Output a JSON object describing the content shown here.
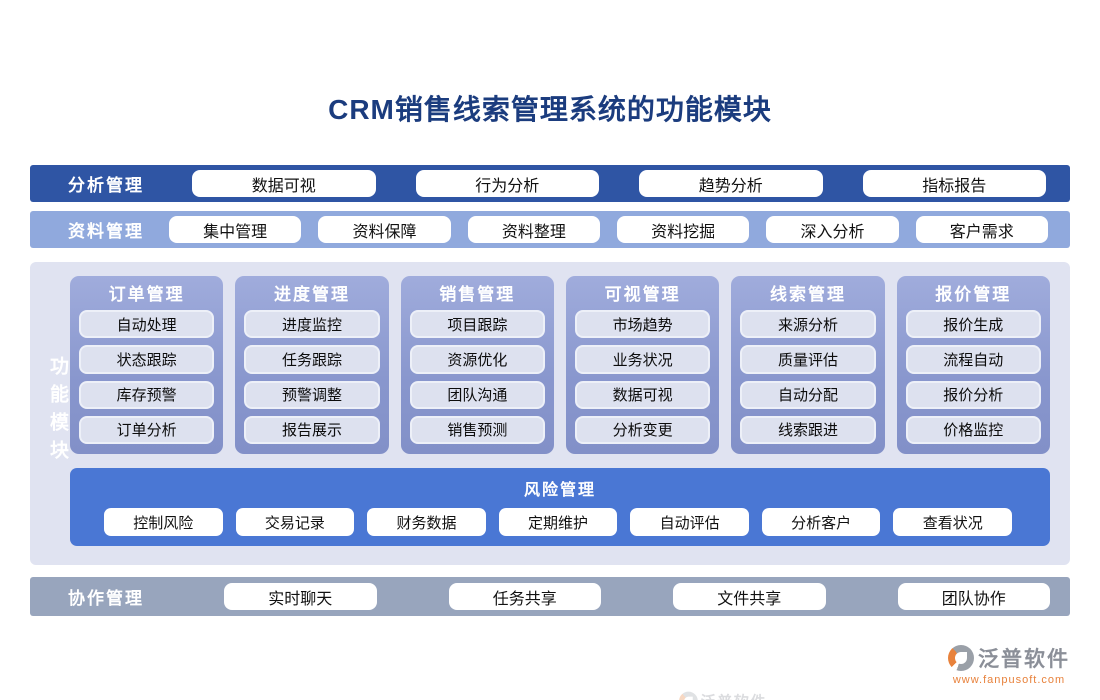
{
  "title": "CRM销售线索管理系统的功能模块",
  "analysis_row": {
    "label": "分析管理",
    "items": [
      "数据可视",
      "行为分析",
      "趋势分析",
      "指标报告"
    ]
  },
  "data_row": {
    "label": "资料管理",
    "items": [
      "集中管理",
      "资料保障",
      "资料整理",
      "资料挖掘",
      "深入分析",
      "客户需求"
    ]
  },
  "function_panel": {
    "label": "功能模块",
    "columns": [
      {
        "title": "订单管理",
        "items": [
          "自动处理",
          "状态跟踪",
          "库存预警",
          "订单分析"
        ]
      },
      {
        "title": "进度管理",
        "items": [
          "进度监控",
          "任务跟踪",
          "预警调整",
          "报告展示"
        ]
      },
      {
        "title": "销售管理",
        "items": [
          "项目跟踪",
          "资源优化",
          "团队沟通",
          "销售预测"
        ]
      },
      {
        "title": "可视管理",
        "items": [
          "市场趋势",
          "业务状况",
          "数据可视",
          "分析变更"
        ]
      },
      {
        "title": "线索管理",
        "items": [
          "来源分析",
          "质量评估",
          "自动分配",
          "线索跟进"
        ]
      },
      {
        "title": "报价管理",
        "items": [
          "报价生成",
          "流程自动",
          "报价分析",
          "价格监控"
        ]
      }
    ],
    "risk": {
      "title": "风险管理",
      "items": [
        "控制风险",
        "交易记录",
        "财务数据",
        "定期维护",
        "自动评估",
        "分析客户",
        "查看状况"
      ]
    }
  },
  "collaboration_row": {
    "label": "协作管理",
    "items": [
      "实时聊天",
      "任务共享",
      "文件共享",
      "团队协作"
    ]
  },
  "footer": {
    "brand": "泛普软件",
    "url": "www.fanpusoft.com"
  },
  "colors": {
    "title_text": "#1b3c7e",
    "analysis_band": "#2f55a4",
    "data_band": "#90a9dd",
    "panel_bg": "#e0e3f1",
    "column_bg": "#8a98cf",
    "column_chip_bg": "#dde1ef",
    "risk_band": "#4a77d4",
    "collab_band": "#98a5bd",
    "brand_orange": "#e8823c",
    "brand_gray": "#8b8f98"
  }
}
